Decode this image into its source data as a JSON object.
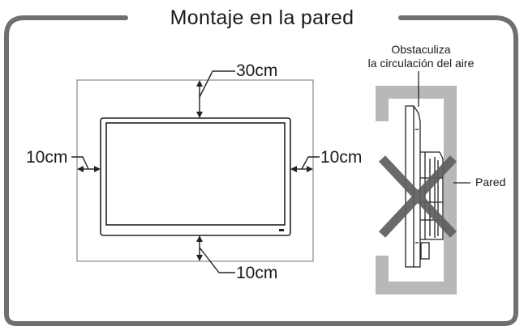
{
  "title": "Montaje en la pared",
  "clearances": {
    "top": "30cm",
    "left": "10cm",
    "right": "10cm",
    "bottom": "10cm"
  },
  "side_view": {
    "obstruction_note_line1": "Obstaculiza",
    "obstruction_note_line2": "la circulación del aire",
    "wall_label": "Pared",
    "incorrect_marker": "cross"
  },
  "colors": {
    "frame": "#6f6f6f",
    "wall": "#b8b8b8",
    "cross": "#5e5e5e",
    "line": "#222222"
  }
}
